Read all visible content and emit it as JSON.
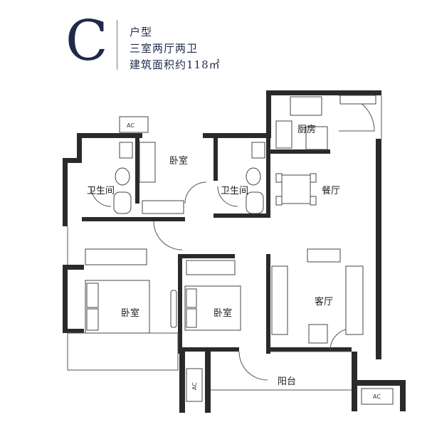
{
  "header": {
    "letter": "C",
    "line1": "户型",
    "line2": "三室两厅两卫",
    "line3": "建筑面积约118㎡"
  },
  "rooms": {
    "bathroom_left": "卫生间",
    "bedroom_top": "卧室",
    "bathroom_mid": "卫生间",
    "kitchen": "厨房",
    "dining": "餐厅",
    "bedroom_left": "卧室",
    "bedroom_mid": "卧室",
    "living": "客厅",
    "balcony": "阳台"
  },
  "ac_units": [
    "AC",
    "AC",
    "AC"
  ]
}
